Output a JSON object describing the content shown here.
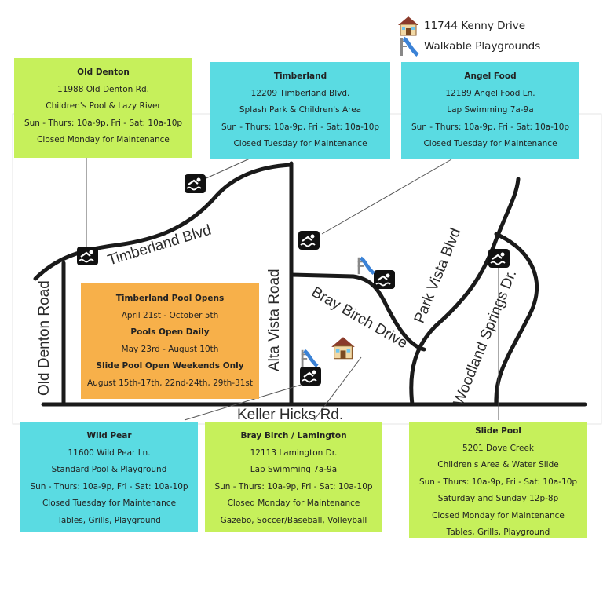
{
  "legend": {
    "home": "11744 Kenny Drive",
    "playgrounds": "Walkable Playgrounds"
  },
  "roads": {
    "timberland_blvd": "Timberland Blvd",
    "old_denton_road": "Old Denton Road",
    "alta_vista_road": "Alta Vista Road",
    "bray_birch_drive": "Bray Birch Drive",
    "park_vista_blvd": "Park Vista Blvd",
    "woodland_springs_dr": "Woodland Springs Dr.",
    "keller_hicks_rd": "Keller Hicks Rd."
  },
  "pools": {
    "old_denton": {
      "name": "Old Denton",
      "lines": [
        "11988 Old Denton Rd.",
        "Children's Pool & Lazy River",
        "Sun - Thurs: 10a-9p, Fri - Sat: 10a-10p",
        "Closed Monday for Maintenance"
      ],
      "color": "#c6f05b"
    },
    "timberland": {
      "name": "Timberland",
      "lines": [
        "12209 Timberland Blvd.",
        "Splash Park & Children's Area",
        "Sun - Thurs: 10a-9p, Fri - Sat: 10a-10p",
        "Closed Tuesday for Maintenance"
      ],
      "color": "#5adbe2"
    },
    "angel_food": {
      "name": "Angel Food",
      "lines": [
        "12189 Angel Food Ln.",
        "Lap Swimming 7a-9a",
        "Sun - Thurs: 10a-9p, Fri - Sat: 10a-10p",
        "Closed Tuesday for Maintenance"
      ],
      "color": "#5adbe2"
    },
    "wild_pear": {
      "name": "Wild Pear",
      "lines": [
        "11600 Wild Pear Ln.",
        "Standard Pool & Playground",
        "Sun - Thurs: 10a-9p, Fri - Sat: 10a-10p",
        "Closed Tuesday for Maintenance",
        "Tables, Grills, Playground"
      ],
      "color": "#5adbe2"
    },
    "bray_birch": {
      "name": "Bray Birch / Lamington",
      "lines": [
        "12113 Lamington Dr.",
        "Lap Swimming 7a-9a",
        "Sun - Thurs: 10a-9p, Fri - Sat: 10a-10p",
        "Closed Monday for Maintenance",
        "Gazebo, Soccer/Baseball, Volleyball"
      ],
      "color": "#c6f05b"
    },
    "slide_pool": {
      "name": "Slide Pool",
      "lines": [
        "5201 Dove Creek",
        "Children's Area & Water Slide",
        "Sun - Thurs: 10a-9p, Fri - Sat: 10a-10p",
        "Saturday and Sunday 12p-8p",
        "Closed Monday for Maintenance",
        "Tables, Grills, Playground"
      ],
      "color": "#c6f05b"
    }
  },
  "schedule": {
    "h1": "Timberland Pool Opens",
    "l1": "April 21st - October 5th",
    "h2": "Pools Open Daily",
    "l2": "May 23rd - August 10th",
    "h3": "Slide Pool Open Weekends Only",
    "l3": "August 15th-17th, 22nd-24th, 29th-31st",
    "color": "#f7b04a"
  },
  "icons": {
    "pool": "swimmer-icon",
    "slide": "water-slide-icon",
    "home": "house-icon"
  }
}
